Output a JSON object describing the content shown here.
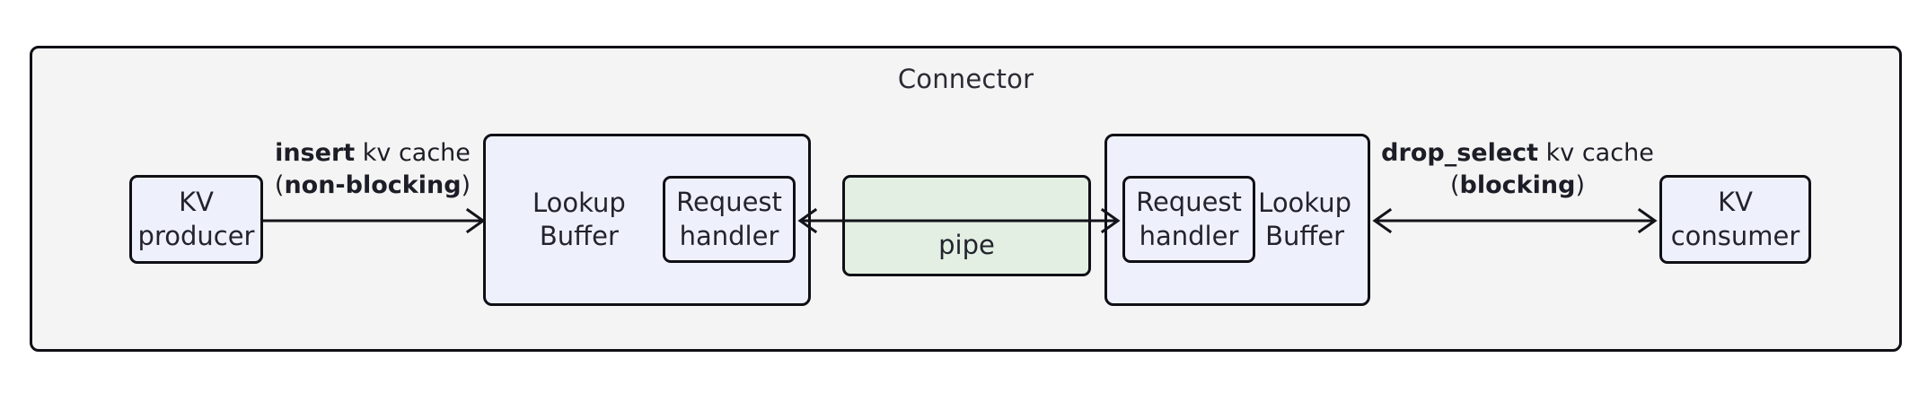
{
  "diagram": {
    "container": {
      "title": "Connector",
      "fill": "#f4f4f4",
      "stroke": "#0f0f16"
    },
    "nodes": {
      "kv_producer": {
        "label": "KV\nproducer",
        "fill": "#eef1fb"
      },
      "kv_consumer": {
        "label": "KV\nconsumer",
        "fill": "#eef1fb"
      },
      "lookup_buffer_left": {
        "label": "Lookup\nBuffer",
        "fill": "#eef1fb"
      },
      "lookup_buffer_right": {
        "label": "Lookup\nBuffer",
        "fill": "#eef1fb"
      },
      "request_handler_left": {
        "label": "Request\nhandler",
        "fill": "#eef1fb"
      },
      "request_handler_right": {
        "label": "Request\nhandler",
        "fill": "#eef1fb"
      },
      "pipe": {
        "label": "pipe",
        "fill": "#e2efe2"
      }
    },
    "edges": {
      "insert": {
        "op": "insert",
        "object": " kv cache",
        "open_paren": "(",
        "mode": "non-blocking",
        "close_paren": ")",
        "direction": "right"
      },
      "drop_select": {
        "op": "drop_select",
        "object": " kv cache",
        "open_paren": "(",
        "mode": "blocking",
        "close_paren": ")",
        "direction": "bidirectional"
      }
    }
  }
}
